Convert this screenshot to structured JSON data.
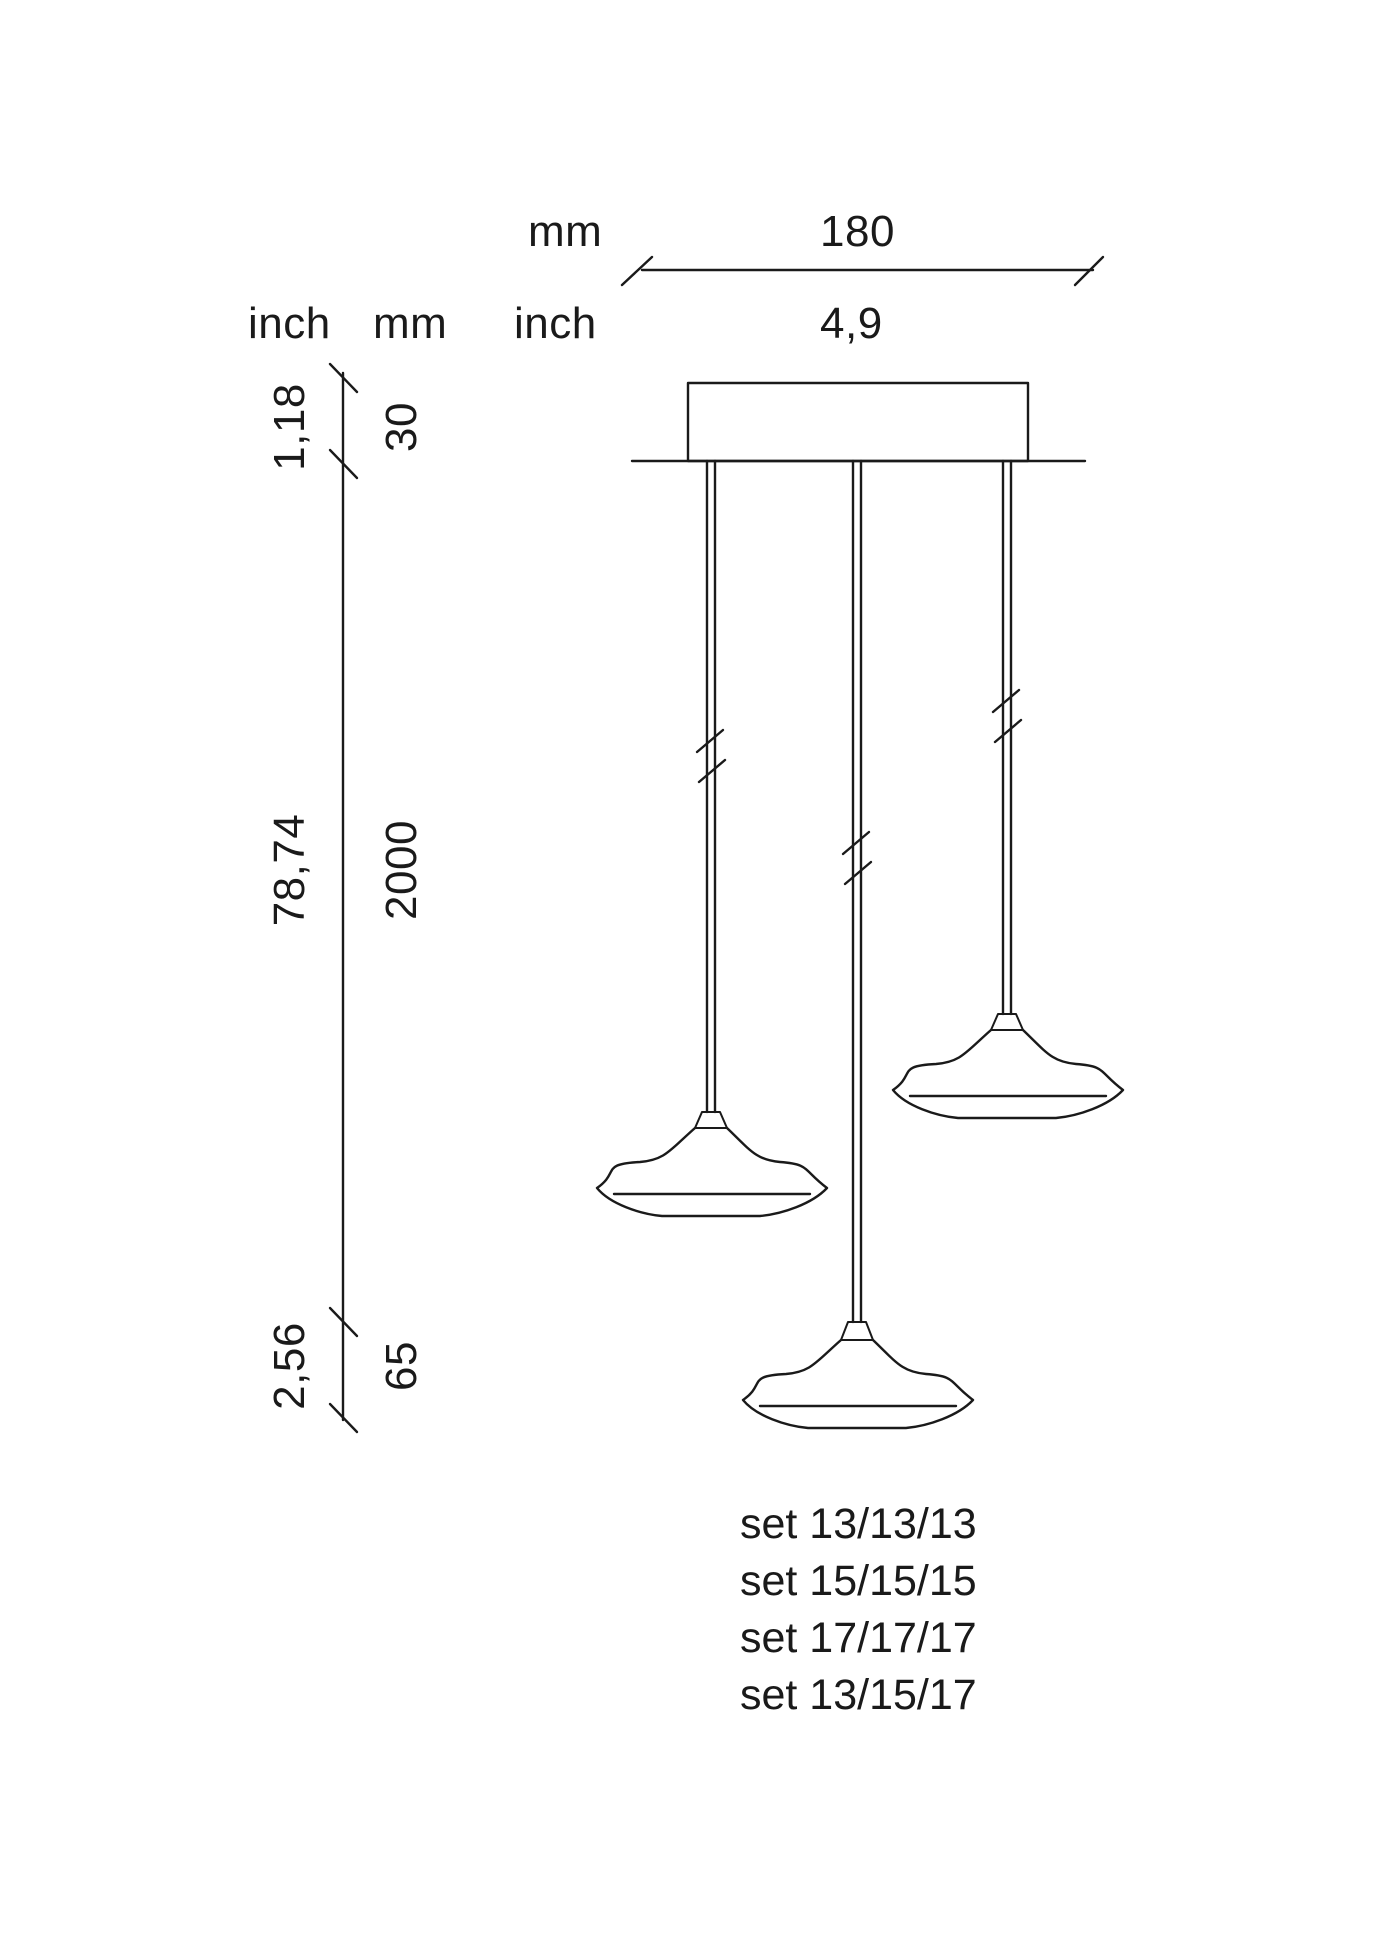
{
  "header": {
    "unit_mm_top": "mm",
    "width_mm": "180",
    "unit_inch_left": "inch",
    "unit_mm_left": "mm",
    "unit_inch_mid": "inch",
    "width_inch": "4,9"
  },
  "vertical_dimensions": [
    {
      "inch": "1,18",
      "mm": "30"
    },
    {
      "inch": "78,74",
      "mm": "2000"
    },
    {
      "inch": "2,56",
      "mm": "65"
    }
  ],
  "sets": [
    "set 13/13/13",
    "set 15/15/15",
    "set 17/17/17",
    "set 13/15/17"
  ]
}
